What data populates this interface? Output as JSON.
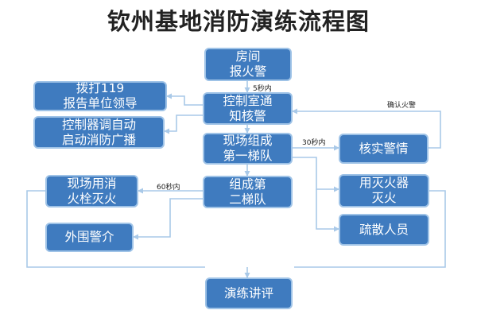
{
  "title": "钦州基地消防演练流程图",
  "colors": {
    "box_fill": "#3f7bbf",
    "box_stroke": "#9fc3e7",
    "line": "#a9c9e8",
    "text": "#ffffff"
  },
  "nodes": {
    "fire_alarm": [
      "房间",
      "报火警"
    ],
    "notify": [
      "控制室通",
      "知核警"
    ],
    "dial": [
      "拨打119",
      "报告单位领导"
    ],
    "auto_broadcast": [
      "控制器调自动",
      "启动消防广播"
    ],
    "team1": [
      "现场组成",
      "第一梯队"
    ],
    "verify": [
      "核实警情"
    ],
    "team2": [
      "组成第",
      "二梯队"
    ],
    "hydrant": [
      "现场用消",
      "火栓灭火"
    ],
    "extinguisher": [
      "用灭火器",
      "灭火"
    ],
    "outer": [
      "外围警介"
    ],
    "evacuate": [
      "疏散人员"
    ],
    "review": [
      "演练讲评"
    ]
  },
  "labels": {
    "t5": "5秒内",
    "t30": "30秒内",
    "t60": "60秒内",
    "confirm": "确认火警"
  }
}
